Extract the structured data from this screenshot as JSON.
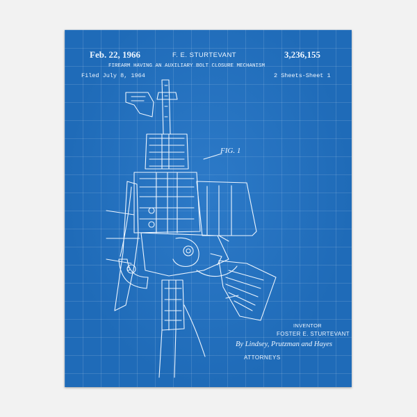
{
  "header": {
    "date": "Feb. 22, 1966",
    "inventor_name": "F. E. STURTEVANT",
    "patent_number": "3,236,155",
    "title": "FIREARM HAVING AN AUXILIARY BOLT CLOSURE MECHANISM",
    "filed": "Filed July 8, 1964",
    "sheets": "2 Sheets-Sheet 1"
  },
  "figure_label": "FIG. 1",
  "footer": {
    "inventor_label": "INVENTOR",
    "inventor_full": "FOSTER E. STURTEVANT",
    "signature": "By Lindsey, Prutzman and Hayes",
    "attorneys_label": "ATTORNEYS"
  },
  "colors": {
    "blueprint": "#1f6bb8",
    "ink": "#eef6ff",
    "page": "#f2f2f2"
  }
}
